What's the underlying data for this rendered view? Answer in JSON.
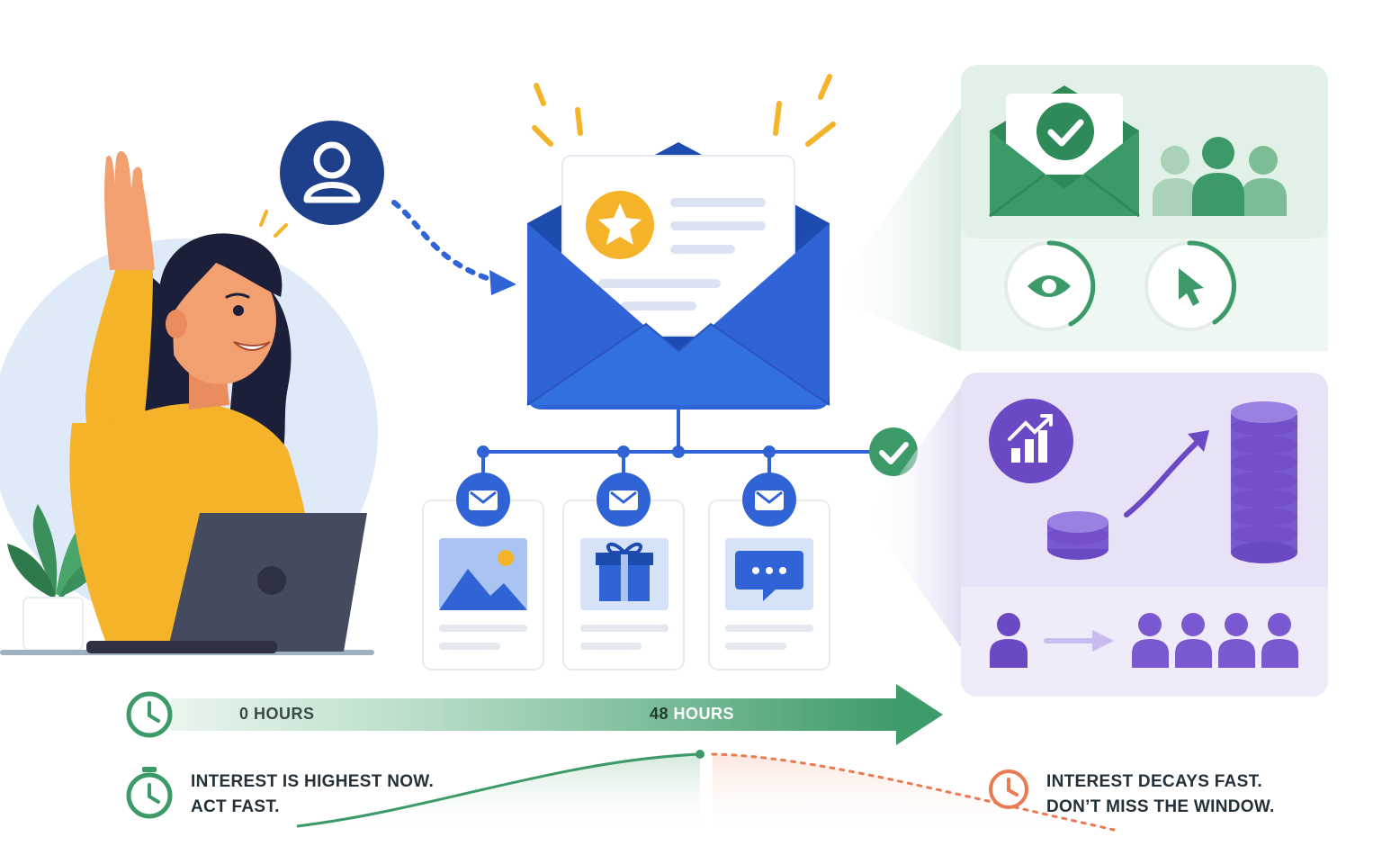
{
  "timeline": {
    "start_number": "0",
    "start_unit": "HOURS",
    "end_number": "48",
    "end_unit": "HOURS"
  },
  "messages": {
    "left_line1": "INTEREST IS HIGHEST NOW.",
    "left_line2": "ACT FAST.",
    "right_line1": "INTEREST DECAYS FAST.",
    "right_line2": "DON’T MISS THE WINDOW."
  },
  "icons": [
    "user-avatar-icon",
    "email-envelope-icon",
    "star-badge-icon",
    "image-icon",
    "gift-icon",
    "chat-bubble-icon",
    "check-icon",
    "clock-icon",
    "stopwatch-icon",
    "eye-icon",
    "cursor-icon",
    "growth-chart-icon",
    "coin-stack-icon",
    "people-icon"
  ],
  "colors": {
    "blue": "#2f63d6",
    "dark_blue": "#1e3f8a",
    "green": "#3c9a68",
    "light_green": "#e8f3ec",
    "purple": "#6b48c4",
    "light_purple": "#ece8f7",
    "yellow": "#f5b32a",
    "orange": "#ea7a52"
  }
}
